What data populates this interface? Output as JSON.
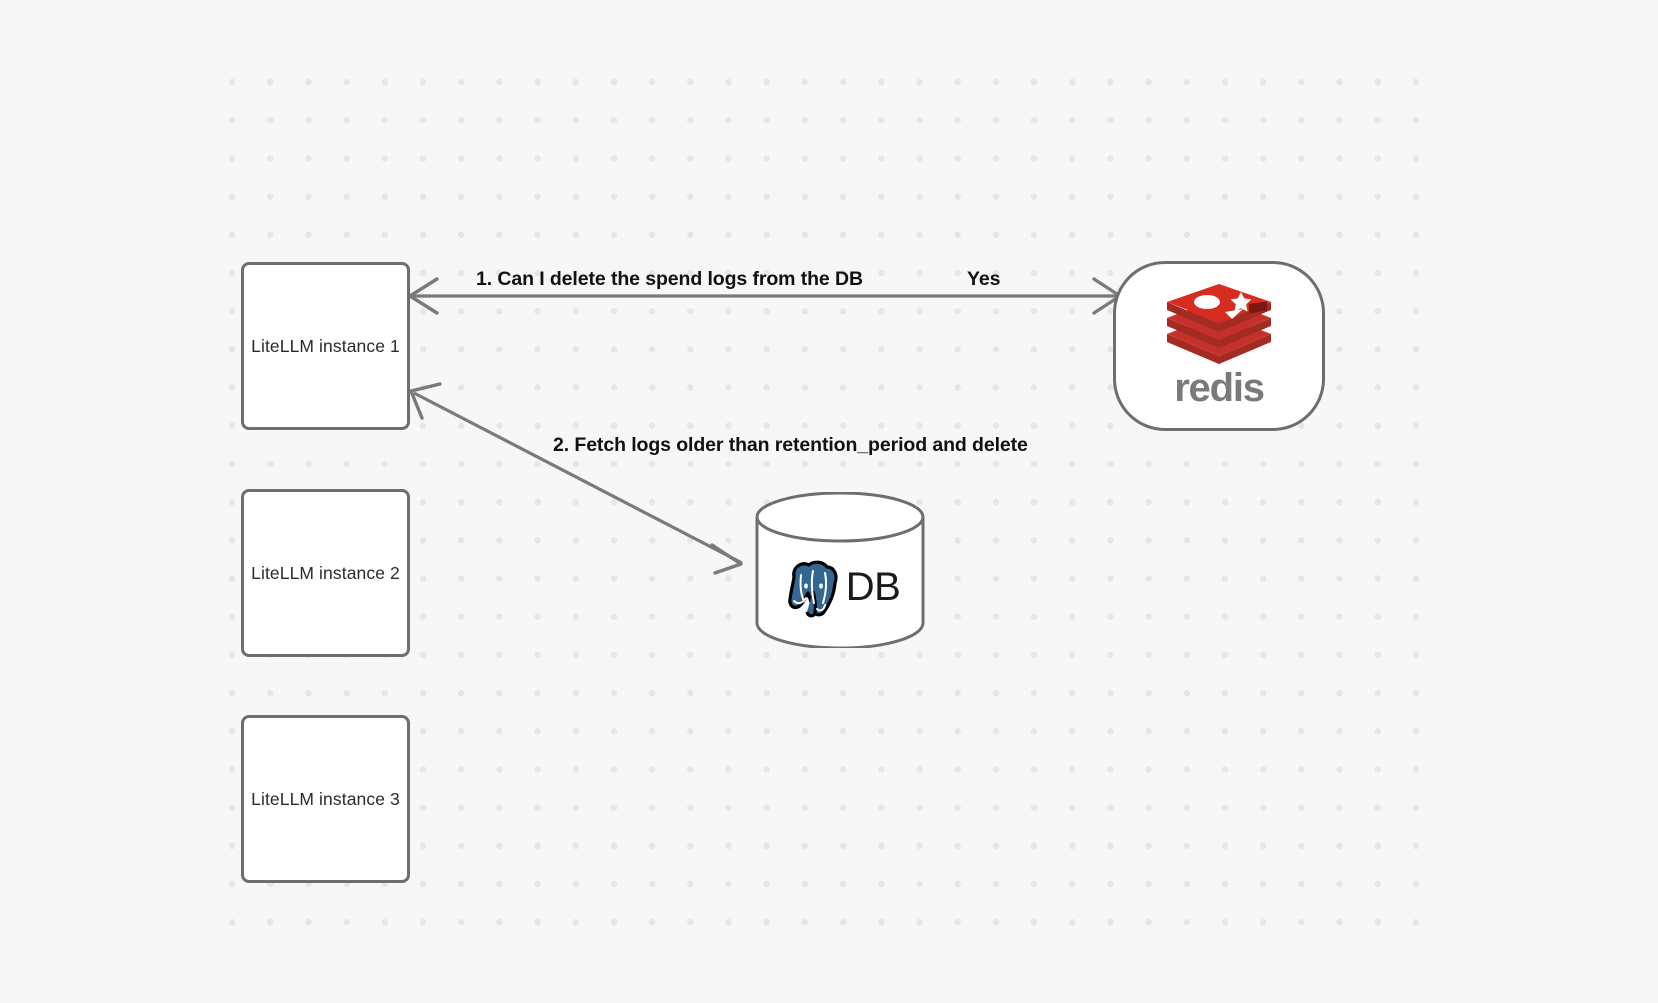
{
  "canvas": {
    "background_color": "#f7f7f7",
    "grid_dot_color": "#e6e6e6",
    "node_border_color": "#6e6e6e",
    "edge_color": "#7a7a7a",
    "label_color": "#111111"
  },
  "nodes": [
    {
      "id": "litellm-1",
      "label": "LiteLLM instance 1",
      "type": "box"
    },
    {
      "id": "litellm-2",
      "label": "LiteLLM instance 2",
      "type": "box"
    },
    {
      "id": "litellm-3",
      "label": "LiteLLM instance 3",
      "type": "box"
    },
    {
      "id": "redis",
      "label": "redis",
      "type": "rounded-box",
      "icon": "redis-logo",
      "brand_color": "#c6302b",
      "wordmark_color": "#7a7a7a"
    },
    {
      "id": "db",
      "label": "DB",
      "type": "cylinder",
      "icon": "postgresql-elephant",
      "brand_color": "#336791"
    }
  ],
  "edges": [
    {
      "id": "edge-1",
      "from": "litellm-1",
      "to": "redis",
      "direction": "bidirectional",
      "label": "1.  Can I delete the spend logs from the DB",
      "reply_label": "Yes"
    },
    {
      "id": "edge-2",
      "from": "db",
      "to": "litellm-1",
      "direction": "to-source",
      "label": "2.  Fetch logs older than retention_period and delete"
    }
  ]
}
